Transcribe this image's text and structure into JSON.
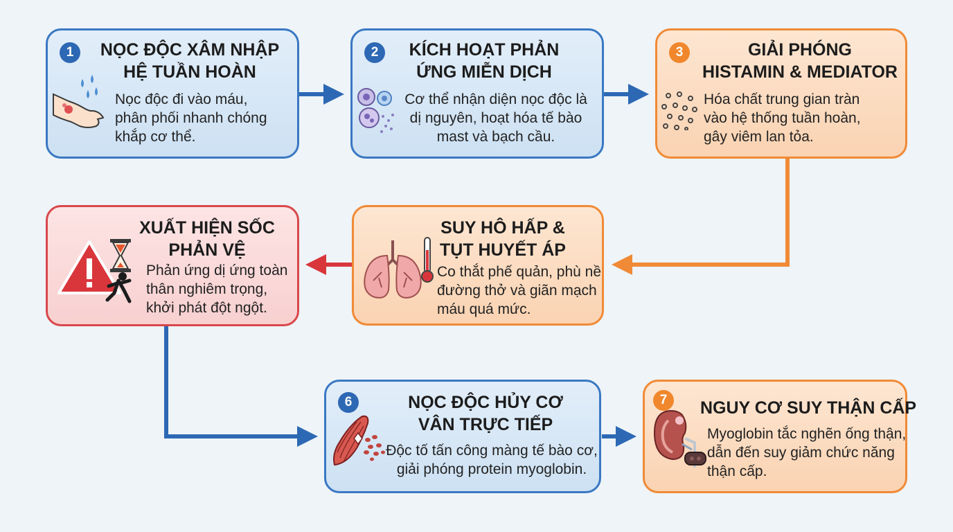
{
  "colors": {
    "blue_border": "#3a78c2",
    "blue_fill": "#d6e7f6",
    "orange_border": "#f08a36",
    "orange_fill": "#fbdcc0",
    "red_border": "#d9474b",
    "red_fill": "#fad8d8",
    "arrow_blue": "#2d68b4",
    "arrow_orange": "#f08a36",
    "arrow_red": "#d9363c"
  },
  "steps": [
    {
      "number": "1",
      "title": [
        "NỌC ĐỘC XÂM NHẬP",
        "HỆ TUẦN HOÀN"
      ],
      "description": [
        "Nọc độc đi vào máu,",
        "phân phối nhanh chóng",
        "khắp cơ thể."
      ],
      "icon": "hand-blood-drops-icon",
      "theme": "blue"
    },
    {
      "number": "2",
      "title": [
        "KÍCH HOẠT PHẢN",
        "ỨNG MIỄN DỊCH"
      ],
      "description": [
        "Cơ thể nhận diện nọc độc là",
        "dị nguyên, hoạt hóa tế bào",
        "mast và bạch cầu."
      ],
      "icon": "immune-cells-icon",
      "theme": "blue"
    },
    {
      "number": "3",
      "title": [
        "GIẢI PHÓNG",
        "HISTAMIN & MEDIATOR"
      ],
      "description": [
        "Hóa chất trung gian tràn",
        "vào hệ thống tuần hoàn,",
        "gây viêm lan tỏa."
      ],
      "icon": "chemical-dots-icon",
      "theme": "orange"
    },
    {
      "number": "",
      "title": [
        "SUY HÔ HẤP &",
        "TỤT HUYẾT ÁP"
      ],
      "description": [
        "Co thắt phế quản, phù nề",
        "đường thở và giãn mạch",
        "máu quá mức."
      ],
      "icon": "lungs-thermometer-icon",
      "theme": "orange"
    },
    {
      "number": "",
      "title": [
        "XUẤT HIỆN SỐC",
        "PHẢN VỆ"
      ],
      "description": [
        "Phản ứng dị ứng toàn",
        "thân nghiêm trọng,",
        "khởi phát đột ngột."
      ],
      "icon": "warning-hourglass-icon",
      "theme": "red"
    },
    {
      "number": "6",
      "title": [
        "NỌC ĐỘC HỦY CƠ",
        "VÂN TRỰC TIẾP"
      ],
      "description": [
        "Độc tố tấn công màng tế bào cơ,",
        "giải phóng protein myoglobin."
      ],
      "icon": "muscle-damage-icon",
      "theme": "blue"
    },
    {
      "number": "7",
      "title": [
        "NGUY CƠ SUY THẬN CẤP"
      ],
      "description": [
        "Myoglobin tắc nghẽn ống thận,",
        "dẫn đến suy giảm chức năng",
        "thận cấp."
      ],
      "icon": "kidney-icon",
      "theme": "orange"
    }
  ]
}
